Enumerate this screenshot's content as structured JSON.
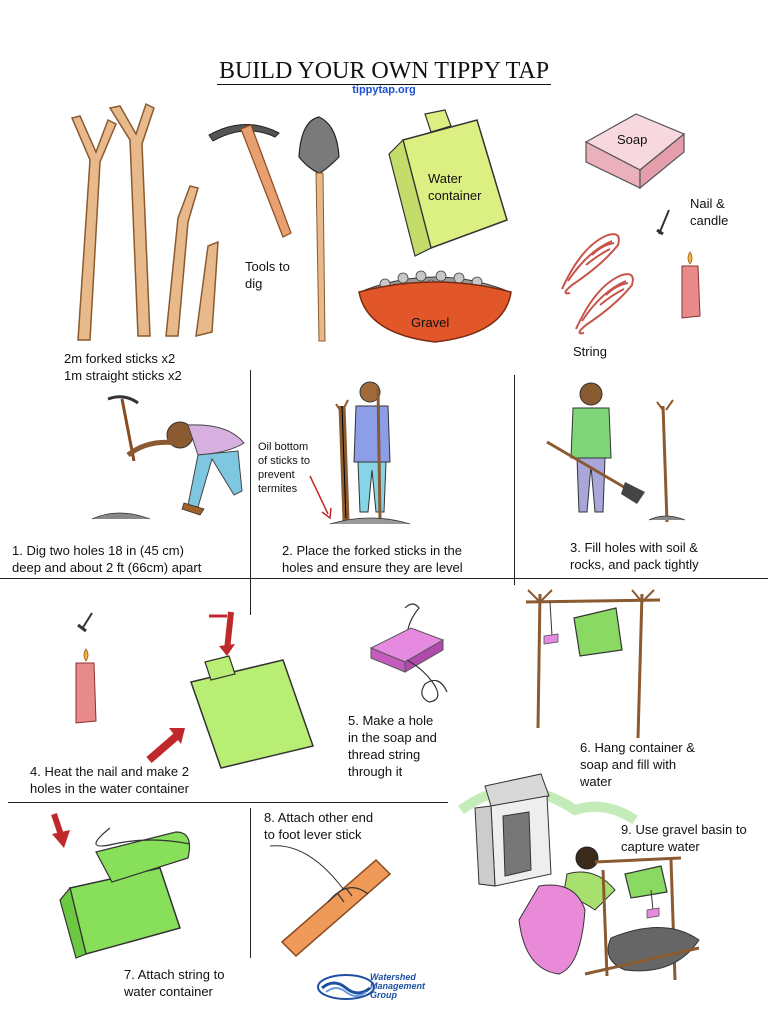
{
  "header": {
    "title": "BUILD YOUR OWN TIPPY TAP",
    "url": "tippytap.org"
  },
  "materials": {
    "sticks_line1": "2m forked sticks x2",
    "sticks_line2": "1m straight sticks x2",
    "tools_line1": "Tools to",
    "tools_line2": "dig",
    "water_line1": "Water",
    "water_line2": "container",
    "gravel": "Gravel",
    "soap": "Soap",
    "nail_line1": "Nail &",
    "nail_line2": "candle",
    "string": "String"
  },
  "steps": {
    "s1_line1": "1. Dig two holes 18 in (45 cm)",
    "s1_line2": "deep and about 2 ft (66cm) apart",
    "s2_line1": "2. Place the forked sticks in the",
    "s2_line2": "holes and ensure they are level",
    "s2_note1": "Oil bottom",
    "s2_note2": "of sticks to",
    "s2_note3": "prevent",
    "s2_note4": "termites",
    "s3_line1": "3. Fill holes with soil &",
    "s3_line2": "rocks, and pack tightly",
    "s4_line1": "4. Heat the nail and make 2",
    "s4_line2": "holes in the water container",
    "s5_line1": "5. Make a hole",
    "s5_line2": "in the soap and",
    "s5_line3": "thread string",
    "s5_line4": "through it",
    "s6_line1": "6. Hang container &",
    "s6_line2": "soap and fill with",
    "s6_line3": "water",
    "s7_line1": "7. Attach string to",
    "s7_line2": "water container",
    "s8_line1": "8. Attach other end",
    "s8_line2": "to foot lever stick",
    "s9_line1": "9. Use gravel basin to",
    "s9_line2": "capture water"
  },
  "logo": {
    "line1": "Watershed",
    "line2": "Management",
    "line3": "Group",
    "icon": "water-wave-icon"
  },
  "colors": {
    "stick": "#e8b98a",
    "container": "#d9ef7a",
    "gravel_bowl": "#e2572a",
    "soap": "#f2c6cf",
    "string": "#c8534a",
    "green_container": "#9ee65a",
    "arrow": "#c0292b",
    "logo": "#1d4fa0"
  }
}
